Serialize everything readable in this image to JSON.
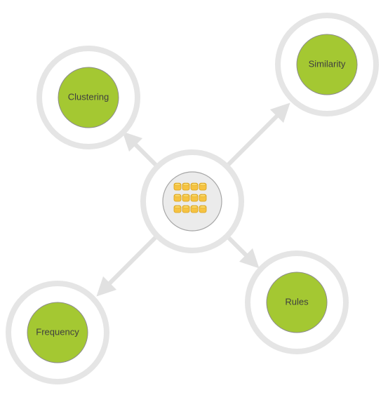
{
  "diagram": {
    "center": {
      "icon": "database-grid-icon",
      "ring_color": "#e5e5e5",
      "inner_fill": "#ebebeb",
      "inner_stroke": "#a6a6a6",
      "cylinder_fill": "#f6c342",
      "cylinder_stroke": "#d9a21b"
    },
    "nodes": [
      {
        "id": "clustering",
        "label": "Clustering"
      },
      {
        "id": "similarity",
        "label": "Similarity"
      },
      {
        "id": "frequency",
        "label": "Frequency"
      },
      {
        "id": "rules",
        "label": "Rules"
      }
    ],
    "style": {
      "ring_color": "#e5e5e5",
      "node_fill": "#a4c832",
      "node_stroke": "#8c8c8c",
      "label_color": "#3f3f3f",
      "arrow_color": "#e1e1e1"
    }
  }
}
